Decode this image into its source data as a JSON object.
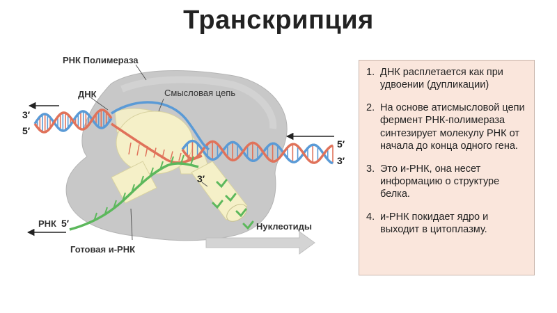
{
  "title": "Транскрипция",
  "labels": {
    "polymerase": "РНК Полимераза",
    "dna": "ДНК",
    "sense_strand": "Смысловая цепь",
    "ready_mrna": "Готовая и-РНК",
    "nucleotides": "Нуклеотиды",
    "rna": "РНК",
    "dna_left_top_end": "3′",
    "dna_left_bottom_end": "5′",
    "dna_right_top_end": "5′",
    "dna_right_bottom_end": "3′",
    "rna_synth_end": "3′",
    "rna_free_end": "5′"
  },
  "notes": [
    {
      "num": "1.",
      "text": "ДНК расплетается как при удвоении (дупликации)"
    },
    {
      "num": "2.",
      "text": "На основе атисмысловой цепи фермент РНК-полимераза синтезирует молекулу РНК от начала до конца одного гена."
    },
    {
      "num": "3.",
      "text": "Это и-РНК, она несет информацию о структуре белка."
    },
    {
      "num": "4.",
      "text": "и-РНК покидает ядро и выходит в цитоплазму."
    }
  ],
  "colors": {
    "dna_strand_a": "#e0725a",
    "dna_strand_b": "#5a9ad6",
    "rna_strand": "#5cb85c",
    "polymerase_body": "#c8c8c8",
    "channel": "#f5f0c8",
    "note_bg": "#fae6dc"
  },
  "icons": [
    "arrow-left-icon",
    "arrow-right-icon",
    "nucleotide-icon"
  ]
}
